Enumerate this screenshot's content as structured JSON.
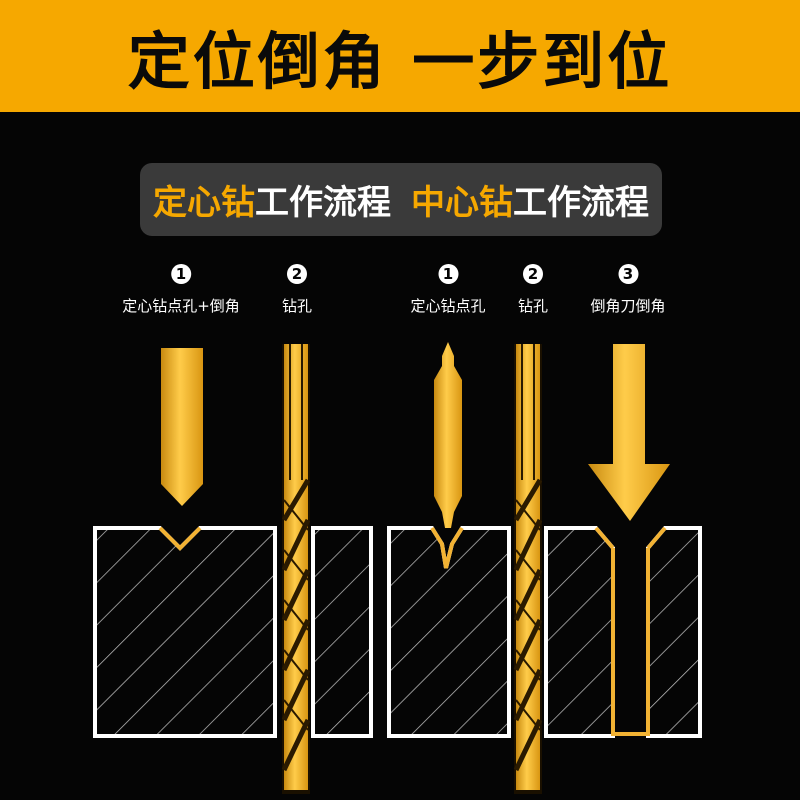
{
  "banner": {
    "title": "定位倒角 一步到位",
    "background": "#f6a800"
  },
  "process_header": {
    "part1_highlight": "定心钻",
    "part1_text": "工作流程",
    "part2_highlight": "中心钻",
    "part2_text": "工作流程",
    "highlight_color": "#f6a800"
  },
  "spot_drill_process": {
    "steps": [
      {
        "number": "1",
        "label": "定心钻点孔+倒角"
      },
      {
        "number": "2",
        "label": "钻孔"
      }
    ]
  },
  "center_drill_process": {
    "steps": [
      {
        "number": "1",
        "label": "定心钻点孔"
      },
      {
        "number": "2",
        "label": "钻孔"
      },
      {
        "number": "3",
        "label": "倒角刀倒角"
      }
    ]
  },
  "colors": {
    "tool_gold": "#f2b233",
    "tool_dark": "#2a1a00",
    "hatch_line": "#ffffff"
  }
}
